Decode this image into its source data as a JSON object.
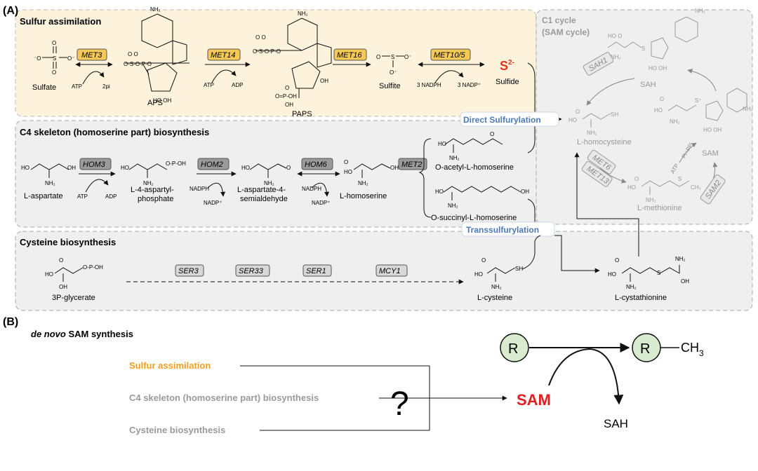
{
  "panel_a": {
    "label": "(A)",
    "sulfur": {
      "title": "Sulfur assimilation",
      "enzymes": [
        "MET3",
        "MET14",
        "MET16",
        "MET10/5"
      ],
      "compounds": [
        "Sulfate",
        "APS",
        "PAPS",
        "Sulfite",
        "Sulfide"
      ],
      "sulfide_symbol": "S",
      "sulfide_charge": "2-",
      "cofactors": {
        "atp1": "ATP",
        "pi2": "2pi",
        "atp2": "ATP",
        "adp2": "ADP",
        "nadph": "3 NADPH",
        "nadp": "3 NADP⁺"
      }
    },
    "c4": {
      "title": "C4 skeleton (homoserine part) biosynthesis",
      "enzymes": [
        "HOM3",
        "HOM2",
        "HOM6",
        "MET2"
      ],
      "compounds": [
        "L-aspartate",
        "L-4-aspartyl-",
        "phosphate",
        "L-aspartate-4-",
        "semialdehyde",
        "L-homoserine",
        "O-acetyl-L-homoserine",
        "O-succinyl-L-homoserine"
      ],
      "cofactors": {
        "atp": "ATP",
        "adp": "ADP",
        "nadph1": "NADPH",
        "nadp1": "NADP⁺",
        "nadph2": "NADPH",
        "nadp2": "NADP⁺"
      }
    },
    "cysteine": {
      "title": "Cysteine biosynthesis",
      "enzymes": [
        "SER3",
        "SER33",
        "SER1",
        "MCY1"
      ],
      "compounds": [
        "3P-glycerate",
        "L-cysteine",
        "L-cystathionine"
      ]
    },
    "c1": {
      "title_line1": "C1 cycle",
      "title_line2": "(SAM cycle)",
      "compounds": [
        "SAH",
        "L-homocysteine",
        "SAM",
        "L-methionine"
      ],
      "enzymes": [
        "SAH1",
        "MET6",
        "MET13",
        "SAM2"
      ],
      "cofactors": {
        "atp": "ATP",
        "pippi": "Pi+PPi"
      }
    },
    "route_labels": {
      "direct": "Direct Sulfurylation",
      "trans": "Transsulfurylation"
    }
  },
  "panel_b": {
    "label": "(B)",
    "title_italic": "de novo",
    "title_rest": " SAM synthesis",
    "inputs": [
      "Sulfur assimilation",
      "C4 skeleton (homoserine part) biosynthesis",
      "Cysteine biosynthesis"
    ],
    "question": "?",
    "sam": "SAM",
    "r": "R",
    "methyl": "CH",
    "methyl_sub": "3",
    "sah": "SAH"
  },
  "colors": {
    "sulfur_bg": "#fdf3dc",
    "gray_bg": "#efefef",
    "enzyme_yellow": "#f4c956",
    "enzyme_gray": "#9a9a9a",
    "sulfide_red": "#e8301e",
    "route_blue": "#4d79b5",
    "orange_text": "#f0a020",
    "gray_text": "#9a9a9a",
    "sam_red": "#e02020",
    "r_circle": "#d8ebcf"
  }
}
